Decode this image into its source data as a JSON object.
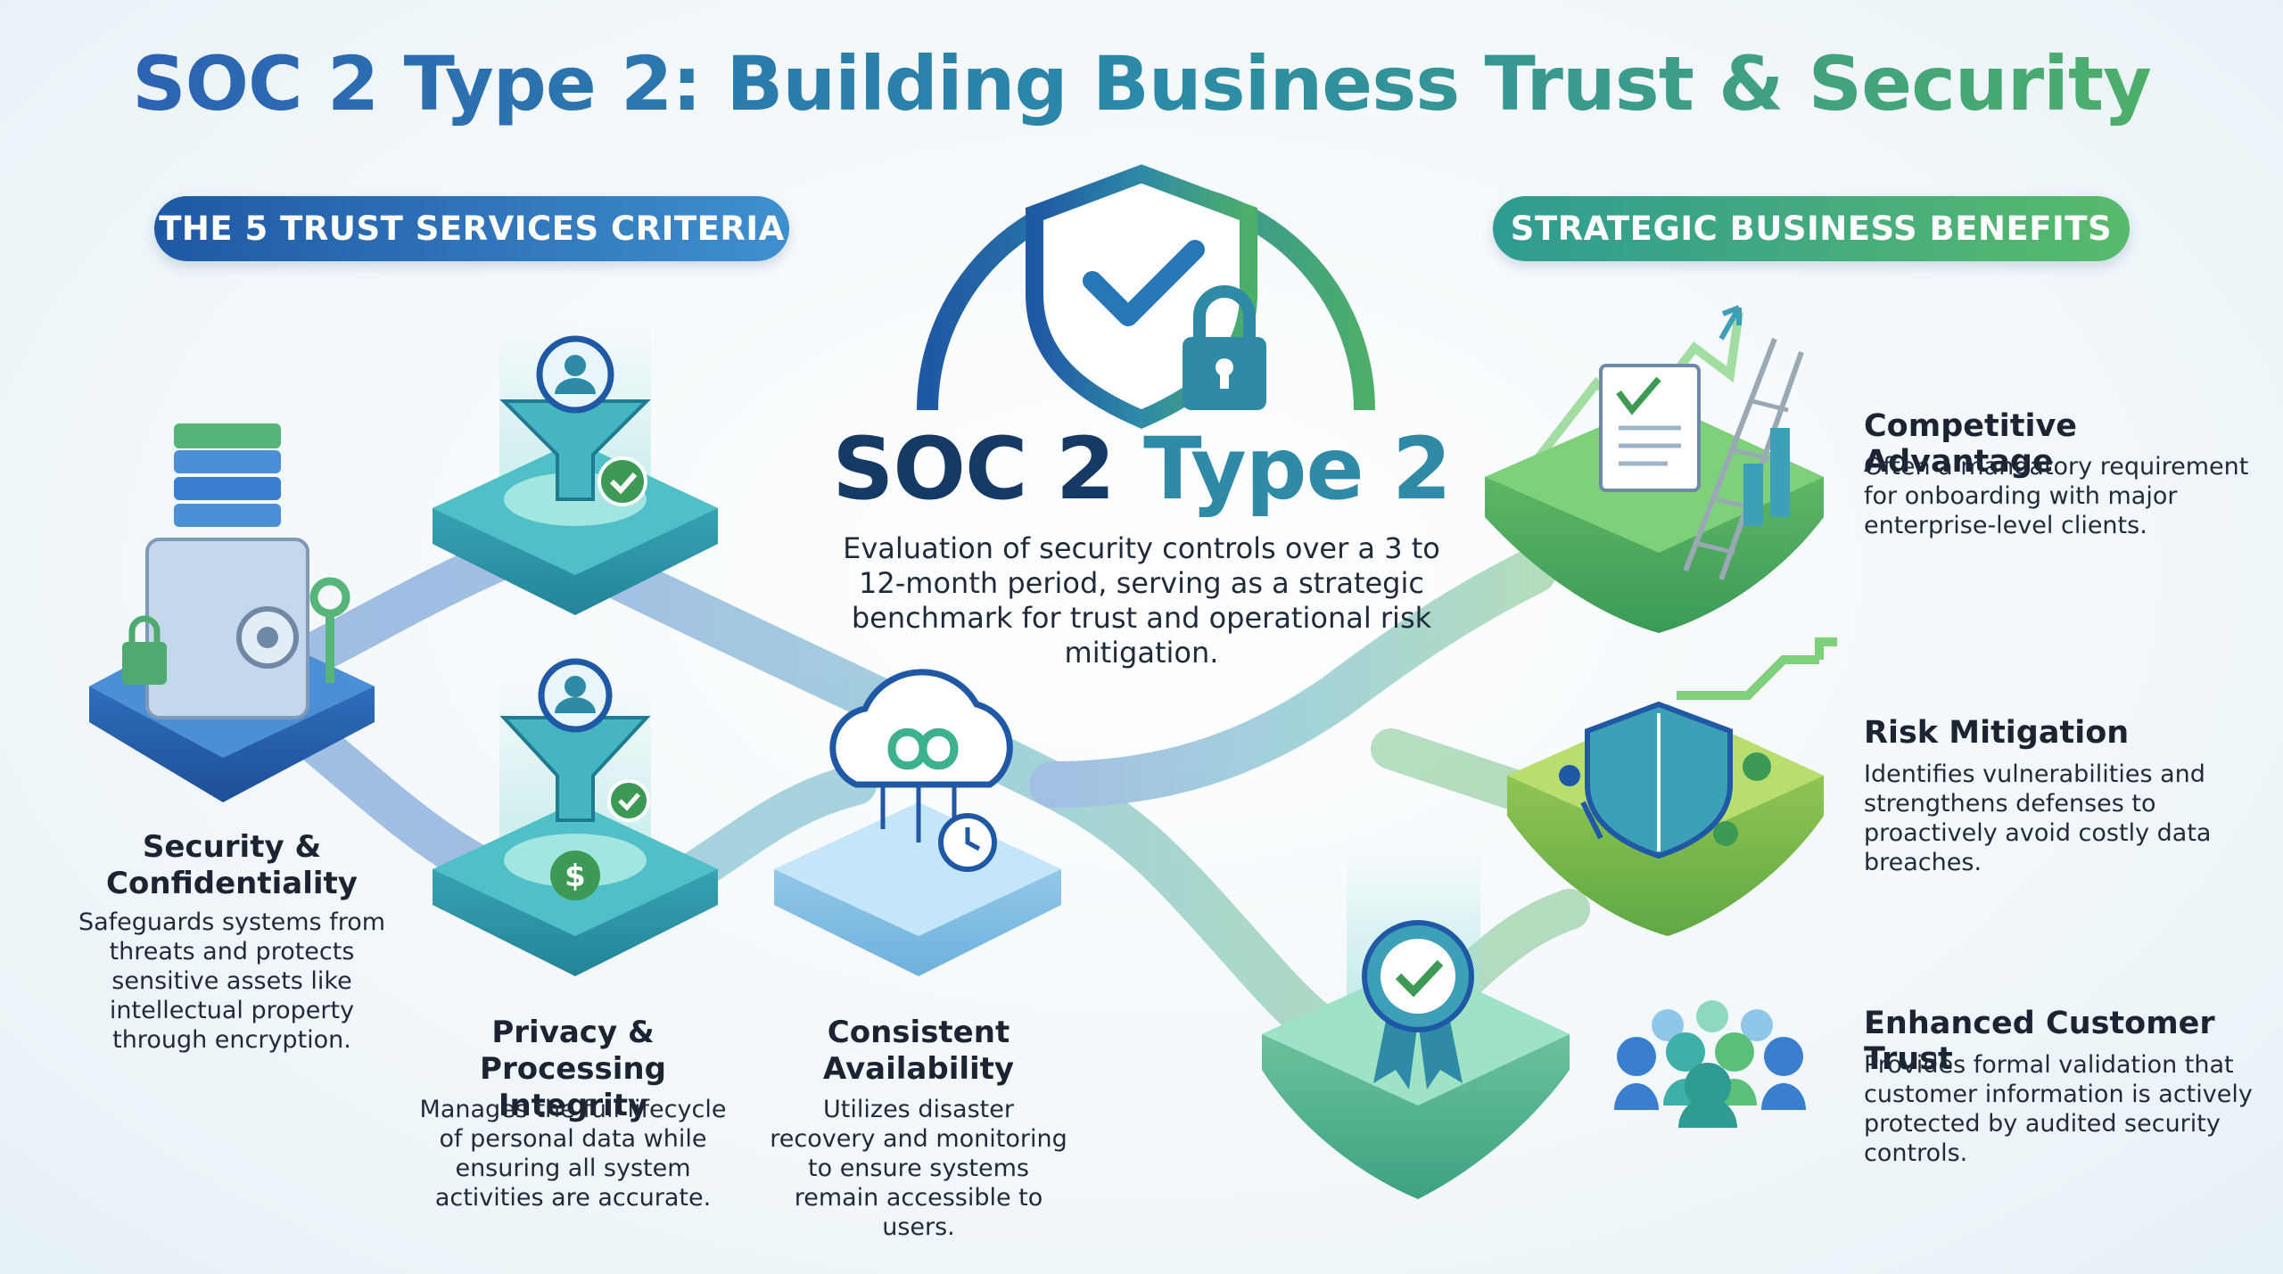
{
  "title": {
    "main": "SOC 2 Type 2: Building Business Trust & Security"
  },
  "sections": {
    "criteria_label": "THE 5 TRUST SERVICES CRITERIA",
    "benefits_label": "STRATEGIC BUSINESS BENEFITS"
  },
  "center": {
    "heading_a": "SOC 2",
    "heading_b": "Type 2",
    "description": "Evaluation of security controls over a 3 to 12-month period, serving as a strategic benchmark for trust and operational risk mitigation."
  },
  "criteria": [
    {
      "title": "Security & Confidentiality",
      "description": "Safeguards systems from threats and protects sensitive assets like intellectual property through encryption."
    },
    {
      "title": "Privacy & Processing Integrity",
      "description": "Manages the full lifecycle of personal data while ensuring all system activities are accurate."
    },
    {
      "title": "Consistent Availability",
      "description": "Utilizes disaster recovery and monitoring to ensure systems remain accessible to users."
    }
  ],
  "benefits": [
    {
      "title": "Competitive Advantage",
      "description": "Often a mandatory requirement for onboarding with major enterprise-level clients."
    },
    {
      "title": "Risk Mitigation",
      "description": "Identifies vulnerabilities and strengthens defenses to proactively avoid costly data breaches."
    },
    {
      "title": "Enhanced Customer Trust",
      "description": "Provides formal validation that customer information is actively protected by audited security controls."
    }
  ],
  "icons": {
    "center": [
      "shield-check-icon",
      "padlock-icon"
    ],
    "criteria": [
      "vault-icon",
      "funnel-user-icon",
      "funnel-dollar-icon",
      "cloud-infinity-icon"
    ],
    "benefits": [
      "growth-ladder-icon",
      "shield-defense-icon",
      "award-badge-icon",
      "people-group-icon"
    ]
  },
  "colors": {
    "brand_blue": "#1f58a5",
    "brand_teal": "#2e8aa6",
    "brand_green": "#4dae6a",
    "dark_navy": "#153a66"
  }
}
